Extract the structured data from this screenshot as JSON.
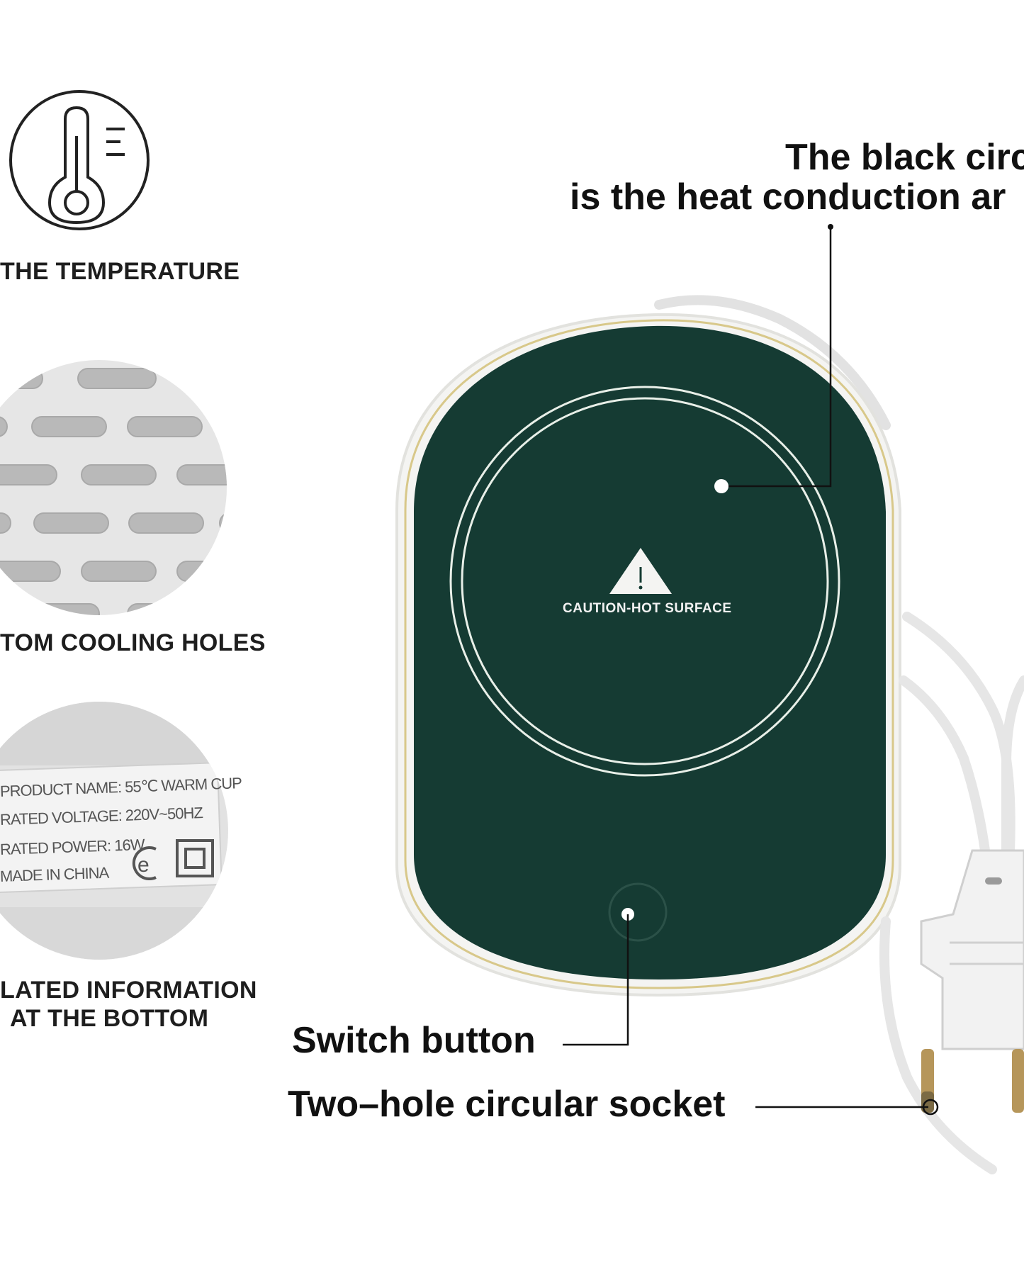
{
  "features": {
    "temperature": {
      "label": "THE TEMPERATURE"
    },
    "cooling": {
      "label": "TOM COOLING HOLES"
    },
    "info": {
      "label_line1": "LATED INFORMATION",
      "label_line2": "AT THE BOTTOM",
      "sticker": {
        "product_name": "PRODUCT NAME: 55℃ WARM CUP",
        "rated_voltage": "RATED VOLTAGE: 220V~50HZ",
        "rated_power": "RATED POWER: 16W",
        "made_in": "MADE IN CHINA"
      }
    }
  },
  "device": {
    "warning_text": "CAUTION-HOT SURFACE",
    "warning_symbol": "!",
    "colors": {
      "plate": "#153b33",
      "body": "#f4f4f2",
      "rim": "#d8c88a"
    }
  },
  "callouts": {
    "heat_area_line1": "The black circ",
    "heat_area_line2": "is the heat conduction ar",
    "switch_button": "Switch button",
    "socket": "Two–hole circular socket"
  },
  "icons": [
    "thermometer-icon",
    "ce-mark-icon",
    "double-insulation-icon",
    "warning-triangle-icon"
  ]
}
